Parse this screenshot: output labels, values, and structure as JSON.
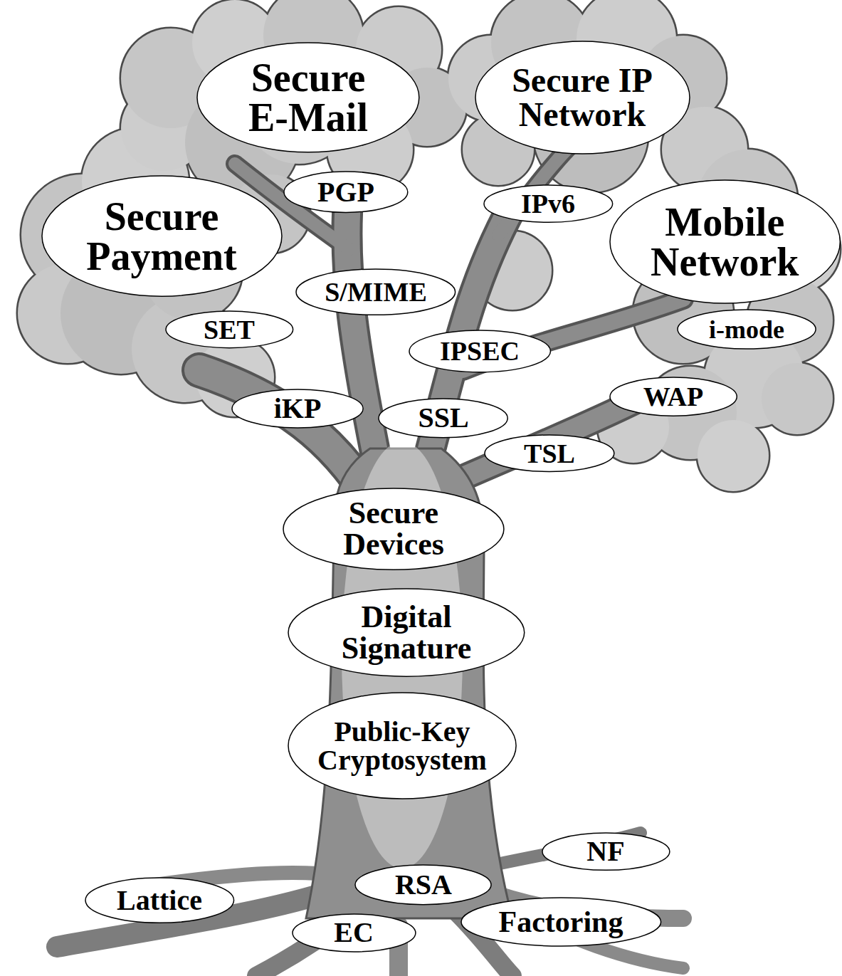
{
  "diagram": {
    "nodes": [
      {
        "text": [
          "Secure E-Mail"
        ]
      },
      {
        "text": [
          "Secure IP Network"
        ]
      },
      {
        "text": [
          "PGP"
        ]
      },
      {
        "text": [
          "IPv6"
        ]
      },
      {
        "text": [
          "Secure Payment"
        ]
      },
      {
        "text": [
          "Mobile Network"
        ]
      },
      {
        "text": [
          "S/MIME"
        ]
      },
      {
        "text": [
          "SET"
        ]
      },
      {
        "text": [
          "i-mode"
        ]
      },
      {
        "text": [
          "IPSEC"
        ]
      },
      {
        "text": [
          "WAP"
        ]
      },
      {
        "text": [
          "iKP"
        ]
      },
      {
        "text": [
          "SSL"
        ]
      },
      {
        "text": [
          "TSL"
        ]
      },
      {
        "text": [
          "Secure Devices"
        ]
      },
      {
        "text": [
          "Digital Signature"
        ]
      },
      {
        "text": [
          "Public-Key Cryptosystem"
        ]
      },
      {
        "text": [
          "NF"
        ]
      },
      {
        "text": [
          "RSA"
        ]
      },
      {
        "text": [
          "Lattice"
        ]
      },
      {
        "text": [
          "Factoring"
        ]
      },
      {
        "text": [
          "EC"
        ]
      }
    ]
  }
}
